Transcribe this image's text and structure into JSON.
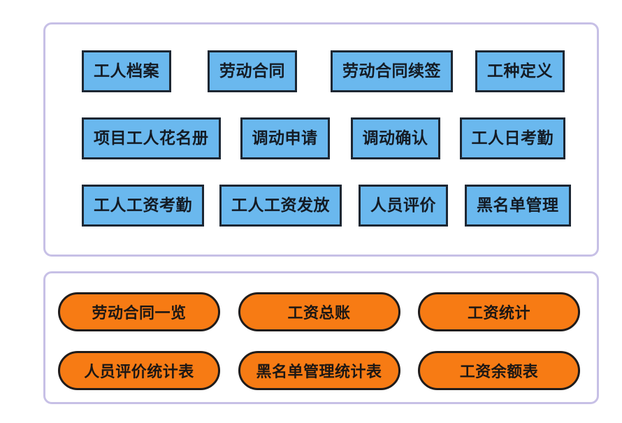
{
  "theme": {
    "background": "#ffffff",
    "panel_border": "#c7c0e6",
    "blue_fill": "#6ab8ee",
    "blue_border": "#1d2733",
    "orange_fill": "#f77b14",
    "orange_border": "#201c1b",
    "text_dark": "#141b24"
  },
  "panels": {
    "forms": {
      "rows": [
        {
          "buttons": [
            {
              "label": "工人档案"
            },
            {
              "label": "劳动合同"
            },
            {
              "label": "劳动合同续签"
            },
            {
              "label": "工种定义"
            }
          ]
        },
        {
          "buttons": [
            {
              "label": "项目工人花名册"
            },
            {
              "label": "调动申请"
            },
            {
              "label": "调动确认"
            },
            {
              "label": "工人日考勤"
            }
          ]
        },
        {
          "buttons": [
            {
              "label": "工人工资考勤"
            },
            {
              "label": "工人工资发放"
            },
            {
              "label": "人员评价"
            },
            {
              "label": "黑名单管理"
            }
          ]
        }
      ]
    },
    "reports": {
      "rows": [
        {
          "buttons": [
            {
              "label": "劳动合同一览"
            },
            {
              "label": "工资总账"
            },
            {
              "label": "工资统计"
            }
          ]
        },
        {
          "buttons": [
            {
              "label": "人员评价统计表"
            },
            {
              "label": "黑名单管理统计表"
            },
            {
              "label": "工资余额表"
            }
          ]
        }
      ]
    }
  }
}
